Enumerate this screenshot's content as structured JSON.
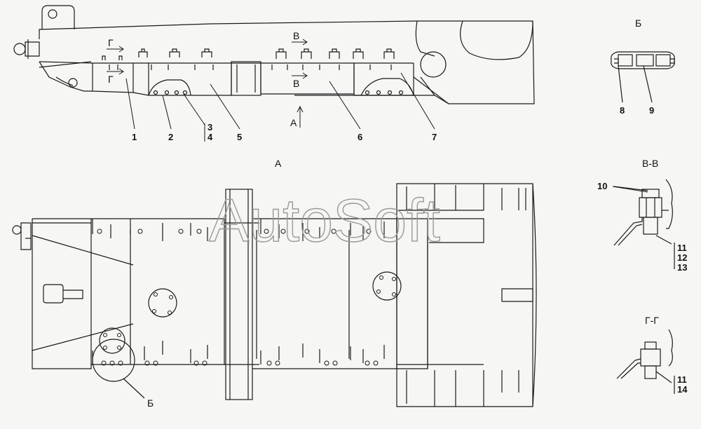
{
  "watermark": "AutoSoft",
  "view_labels": {
    "view_a": "А",
    "view_b": "Б",
    "section_v": "В-В",
    "section_g": "Г-Г",
    "circle_b": "Б",
    "arrow_a": "А",
    "mark_v": "В",
    "mark_g": "Г"
  },
  "callouts_side": [
    "1",
    "2",
    "3",
    "4",
    "5",
    "6",
    "7"
  ],
  "callouts_view_b": [
    "8",
    "9"
  ],
  "callouts_section_v": [
    "10",
    "11",
    "12",
    "13"
  ],
  "callouts_section_g": [
    "11",
    "14"
  ],
  "colors": {
    "line": "#1a1a1a",
    "background": "#f6f6f4",
    "watermark": "#9a9a9a"
  }
}
